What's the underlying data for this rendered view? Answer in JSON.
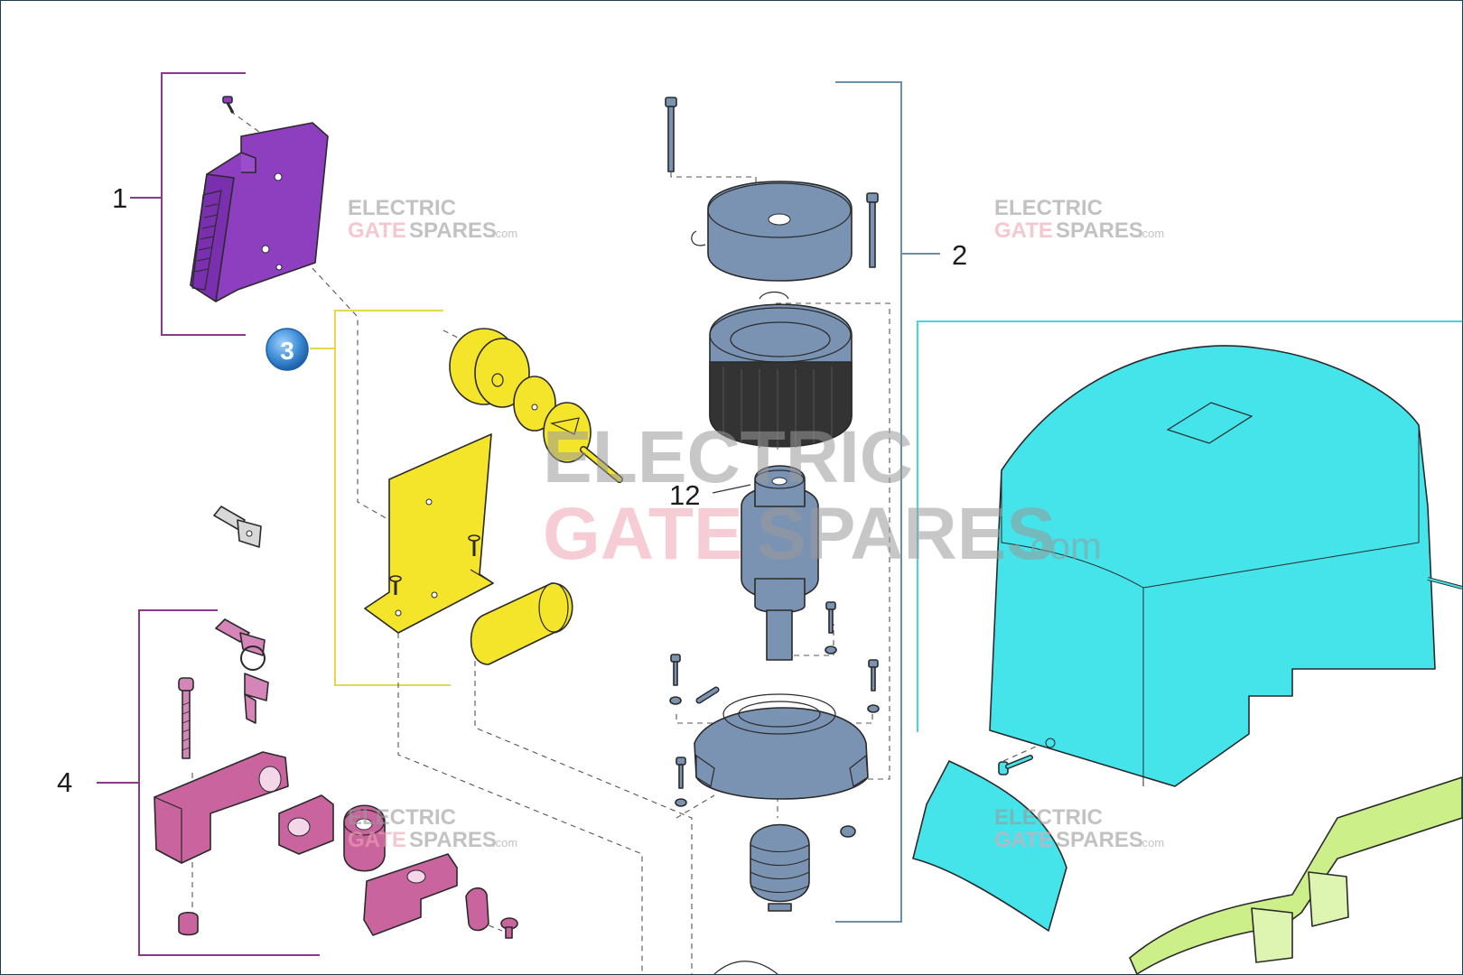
{
  "callouts": {
    "c1": "1",
    "c2": "2",
    "c3": "3",
    "c4": "4",
    "c12": "12"
  },
  "watermark": {
    "line1": "ELECTRIC",
    "line2_a": "GATE",
    "line2_b": "SPARES",
    "suffix": ".com"
  },
  "colors": {
    "purple": "#8e3fc0",
    "yellow": "#f5e52a",
    "blue_grey": "#7b93b3",
    "cyan": "#45e3ea",
    "pink": "#c9649f",
    "lime": "#ccef8a",
    "bracket_purple": "#8a3a8a",
    "bracket_yellow": "#e8d64c",
    "bracket_teal": "#6b8fa3",
    "bubble_blue": "#3f8fd8",
    "wm_grey": "#9a9a9a",
    "wm_pink": "#f0a3b3"
  },
  "icons": [
    "screw-icon",
    "key-icon",
    "nut-icon",
    "key-ring-icon"
  ]
}
